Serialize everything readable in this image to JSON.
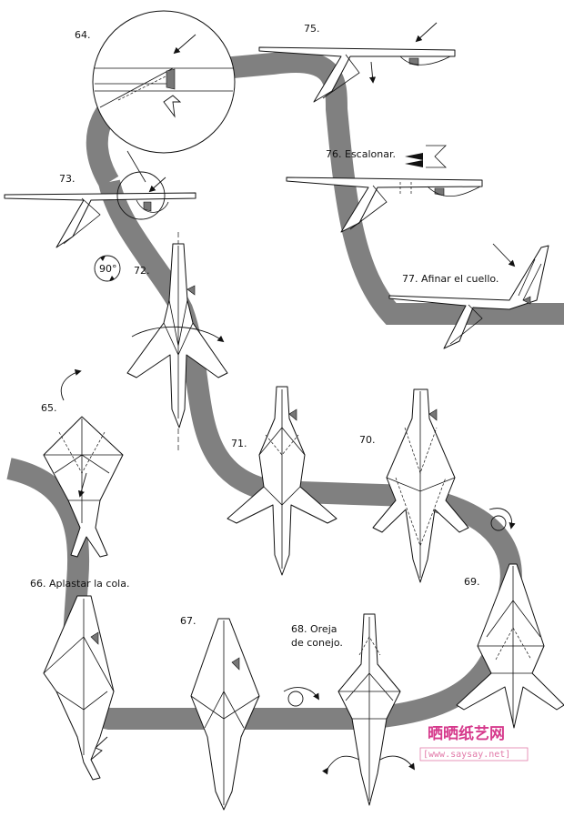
{
  "steps": {
    "s64": "64.",
    "s75": "75.",
    "s76": "76. Escalonar.",
    "s73": "73.",
    "rot90": "90°",
    "s72": "72.",
    "s77": "77. Afinar el cuello.",
    "s65": "65.",
    "s71": "71.",
    "s70": "70.",
    "s69": "69.",
    "s66": "66. Aplastar la cola.",
    "s67": "67.",
    "s68_line1": "68. Oreja",
    "s68_line2": "de conejo."
  },
  "watermark": {
    "name": "晒晒纸艺网",
    "url": "[www.saysay.net]"
  },
  "colors": {
    "track": "#808080",
    "paper": "#ffffff",
    "line": "#111111",
    "shade": "#777777",
    "watermark": "#d63a8c"
  }
}
